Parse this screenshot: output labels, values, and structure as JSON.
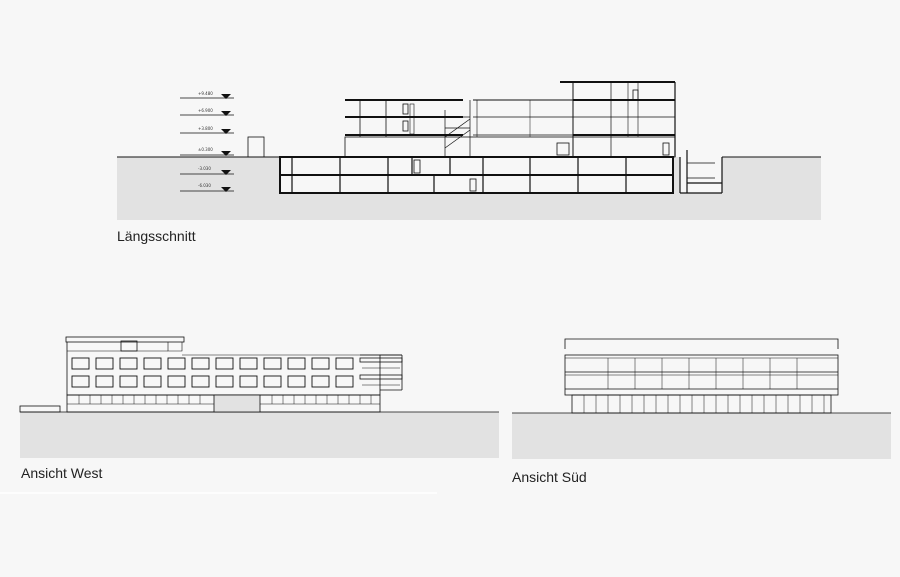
{
  "captions": {
    "section": "Längsschnitt",
    "west": "Ansicht West",
    "south": "Ansicht Süd"
  },
  "levels": [
    "+9.480",
    "+6.900",
    "+3.800",
    "±0.300",
    "-3.030",
    "-6.030"
  ],
  "colors": {
    "background": "#f7f7f7",
    "ground": "#e2e2e2",
    "line": "#111111"
  }
}
